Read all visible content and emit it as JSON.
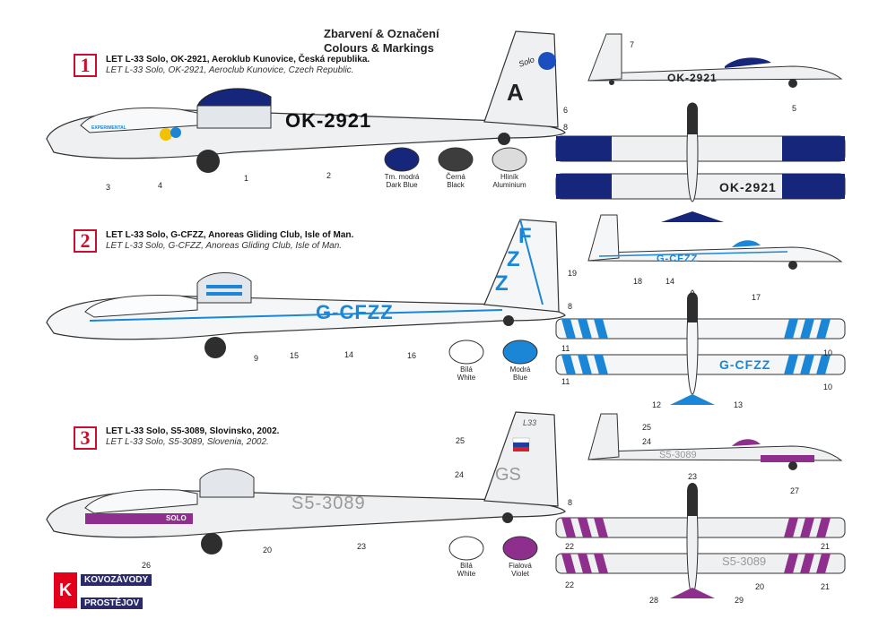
{
  "header": {
    "title_cz": "Zbarvení & Označení",
    "title_en": "Colours & Markings"
  },
  "logo": {
    "letter": "K",
    "line1": "KOVOZÁVODY",
    "line2": "PROSTĚJOV"
  },
  "schemes": [
    {
      "number": "1",
      "caption_cz": "LET  L-33 Solo, OK-2921, Aeroklub Kunovice, Česká republika.",
      "caption_en": "LET  L-33 Solo, OK-2921, Aeroclub Kunovice, Czech Republic.",
      "registration": "OK-2921",
      "fin_letter": "A",
      "fin_text": "Solo",
      "nose_text": "EXPERIMENTAL",
      "swatches": [
        {
          "cz": "Tm. modrá",
          "en": "Dark Blue",
          "color": "#16267a"
        },
        {
          "cz": "Černá",
          "en": "Black",
          "color": "#3d3d3d"
        },
        {
          "cz": "Hliník",
          "en": "Aluminium",
          "color": "#dcdcdc"
        }
      ],
      "callouts_side": [
        "1",
        "2",
        "3",
        "4",
        "5",
        "6",
        "7",
        "8"
      ]
    },
    {
      "number": "2",
      "caption_cz": "LET  L-33 Solo, G-CFZZ, Anoreas Gliding Club, Isle of Man.",
      "caption_en": "LET  L-33 Solo, G-CFZZ, Anoreas Gliding Club, Isle of Man.",
      "registration": "G-CFZZ",
      "fin_letters": [
        "F",
        "Z",
        "Z"
      ],
      "swatches": [
        {
          "cz": "Bílá",
          "en": "White",
          "color": "#ffffff"
        },
        {
          "cz": "Modrá",
          "en": "Blue",
          "color": "#1b86d6"
        }
      ],
      "callouts": [
        "8",
        "9",
        "10",
        "11",
        "12",
        "13",
        "14",
        "15",
        "16",
        "17",
        "18",
        "19"
      ]
    },
    {
      "number": "3",
      "caption_cz": "LET  L-33 Solo, S5-3089, Slovinsko, 2002.",
      "caption_en": "LET  L-33 Solo, S5-3089, Slovenia, 2002.",
      "registration": "S5-3089",
      "fin_code": "GS",
      "fin_type": "L33",
      "side_text": "SOLO",
      "swatches": [
        {
          "cz": "Bílá",
          "en": "White",
          "color": "#ffffff"
        },
        {
          "cz": "Fialová",
          "en": "Violet",
          "color": "#8e2f8e"
        }
      ],
      "callouts": [
        "8",
        "20",
        "21",
        "22",
        "23",
        "24",
        "25",
        "26",
        "27",
        "28",
        "29"
      ]
    }
  ],
  "colors": {
    "badge_red": "#c8102e",
    "dark_blue": "#16267a",
    "blue": "#1b86d6",
    "violet": "#8e2f8e",
    "hull_grey": "#e9ecef"
  }
}
